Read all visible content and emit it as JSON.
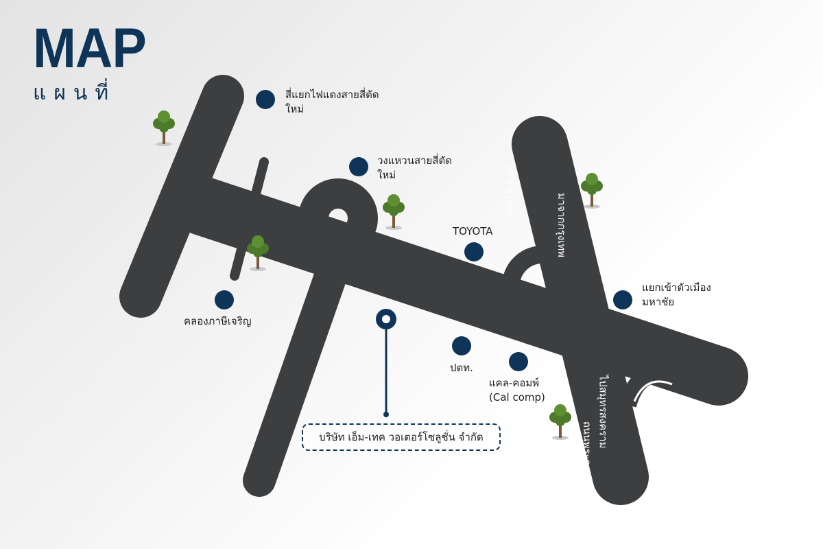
{
  "header": {
    "title": "MAP",
    "subtitle": "แผนที่"
  },
  "colors": {
    "road": "#3d3e40",
    "marker": "#0e3457",
    "title": "#0e3457",
    "tree": "#4d7a2a"
  },
  "landmarks": {
    "sijaeng": "สี่แยกไฟแดงสายสี่ตัดใหม่",
    "wongwaen": "วงแหวนสายสี่ตัดใหม่",
    "toyota": "TOYOTA",
    "khlong": "คลองภาษีเจริญ",
    "yaek_mahachai": "แยกเข้าตัวเมืองมหาชัย",
    "ptt": "ปตท.",
    "calcomp": "แคล-คอมพ์ (Cal comp)"
  },
  "roads": {
    "to_bangkok": "เข้ากรุงเทพ",
    "from_bangkok": "มาจากกรุงเทพ",
    "rama2_main": "ไปสมุทรสงคราม",
    "rama2_sub": "ถนนพระราม 2"
  },
  "company": {
    "name": "บริษัท เอ็ม-เทค วอเตอร์โซลูชั่น จำกัด"
  },
  "icons": [
    "location-pin-icon",
    "tree-icon",
    "landmark-dot-icon"
  ]
}
